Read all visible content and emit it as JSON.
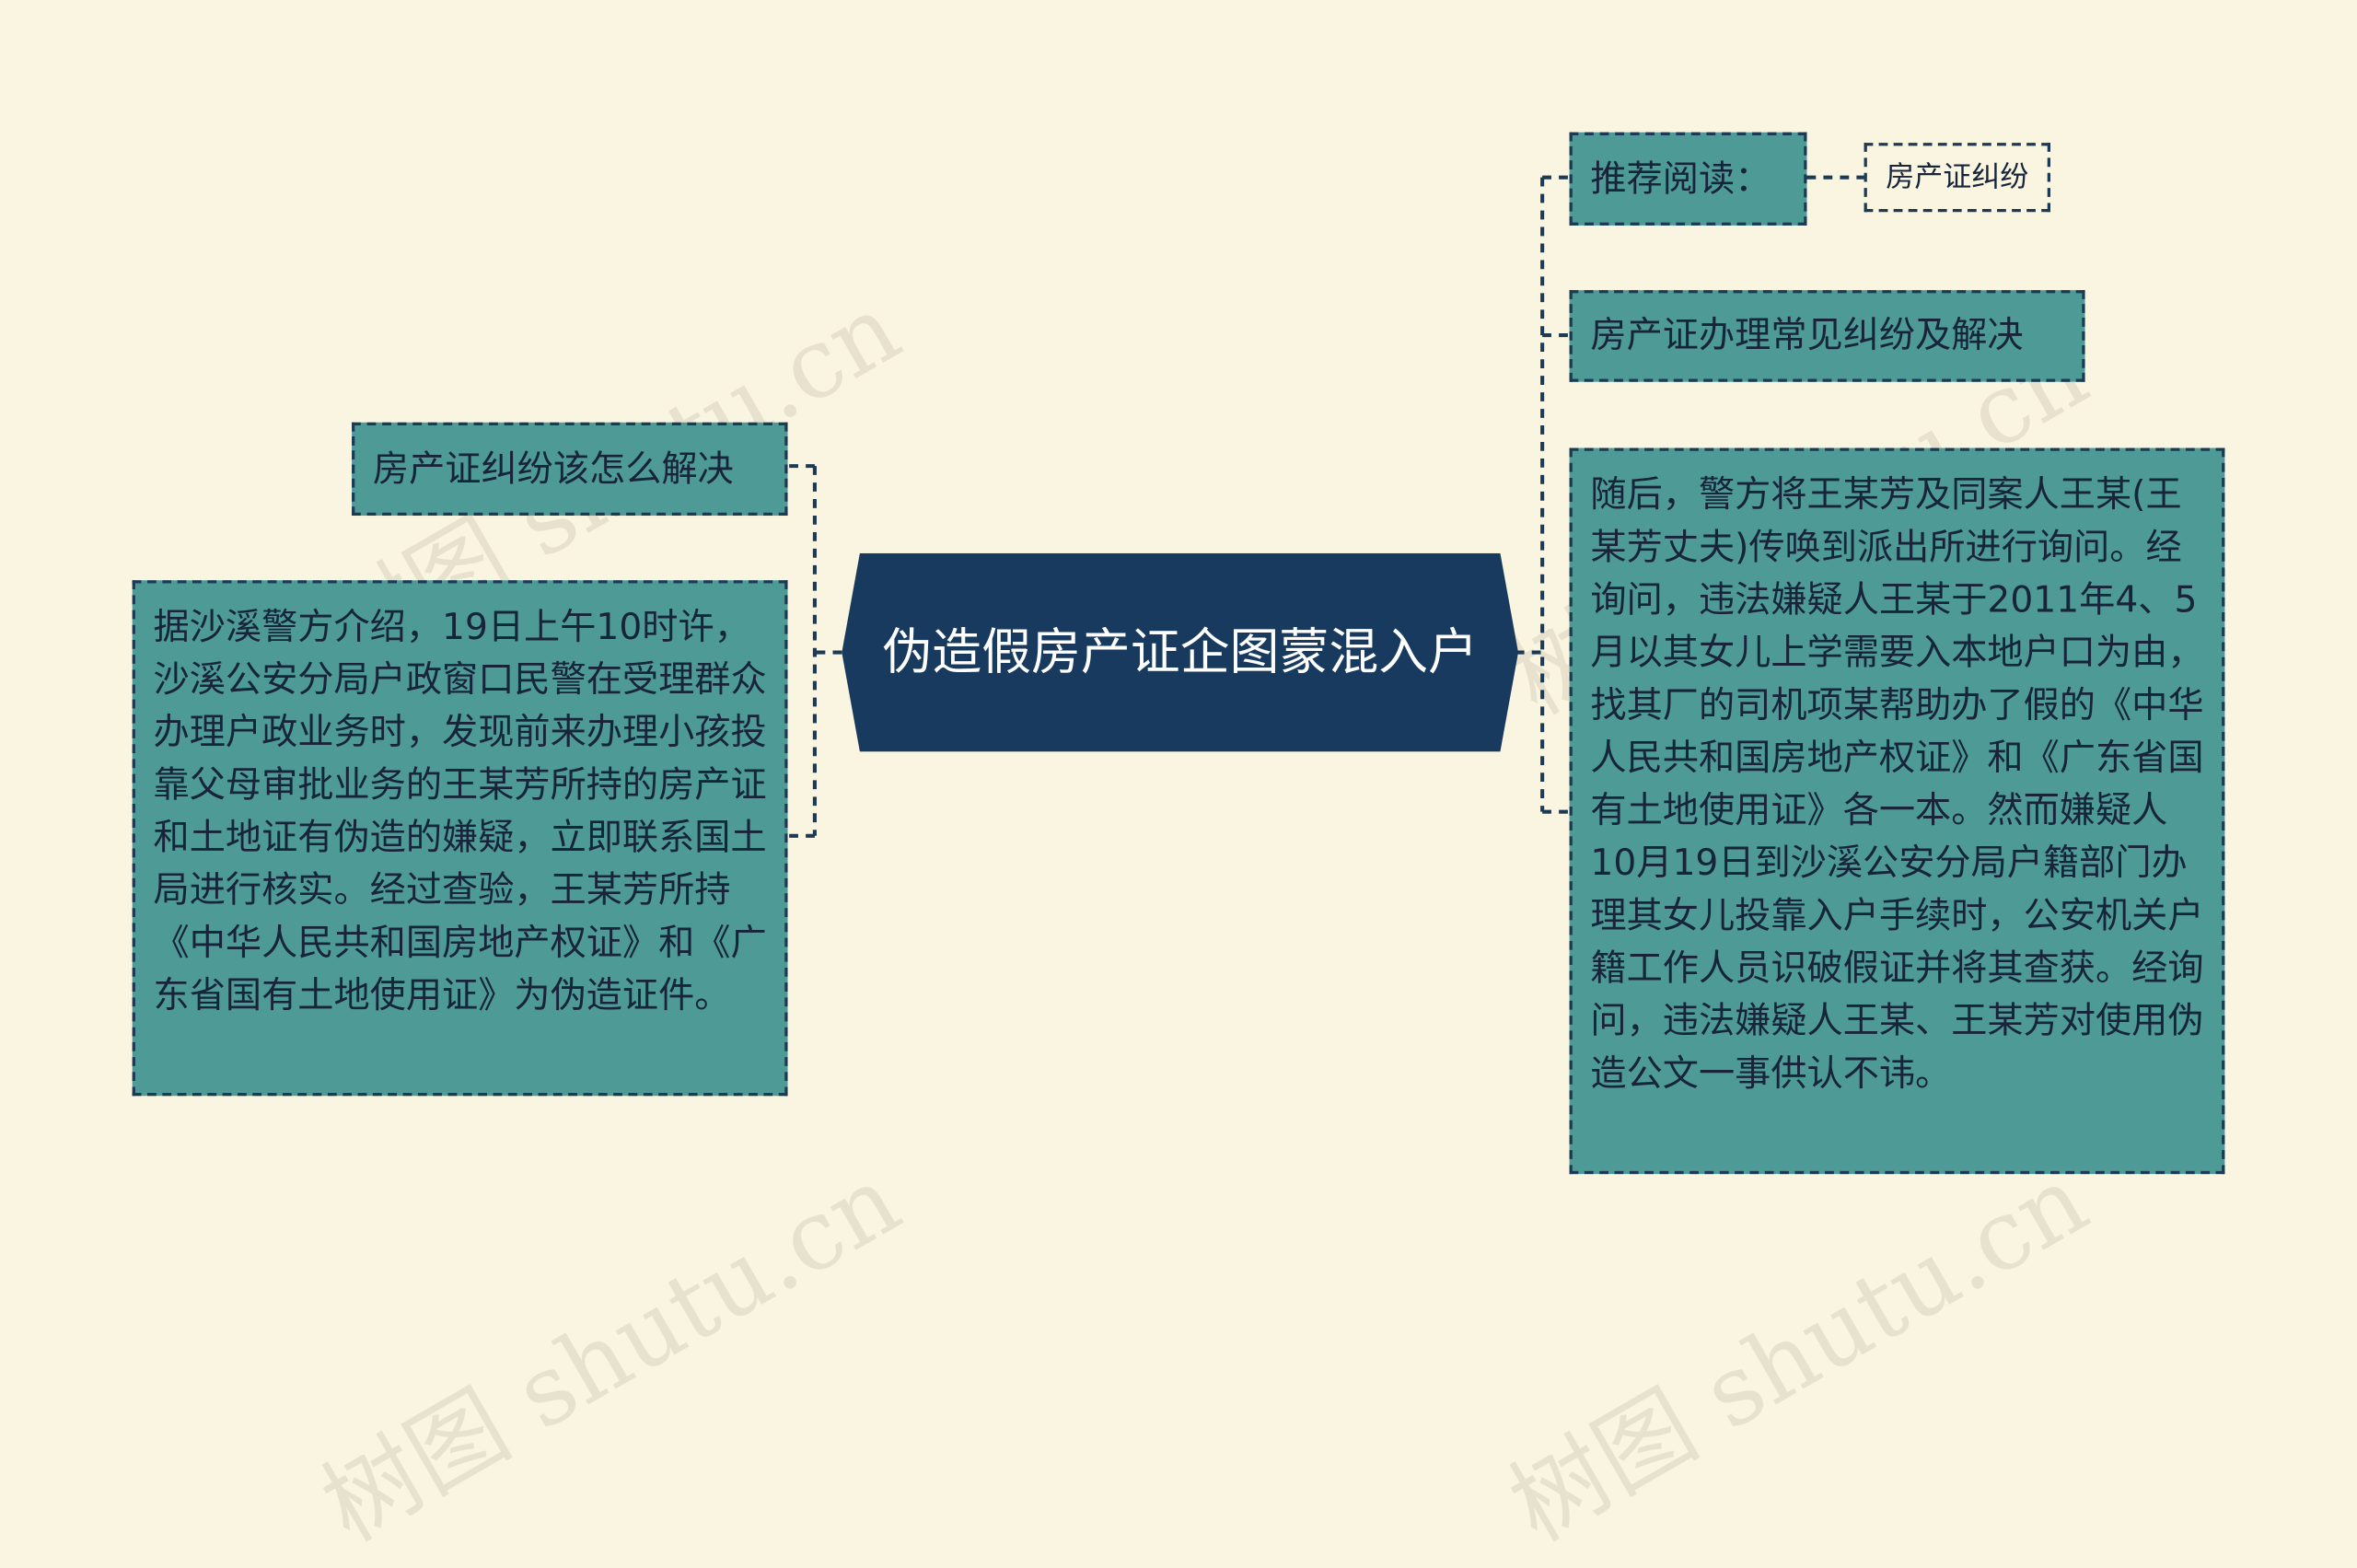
{
  "central": {
    "title": "伪造假房产证企图蒙混入户"
  },
  "left": {
    "topic": "房产证纠纷该怎么解决",
    "paragraph": "据沙溪警方介绍，19日上午10时许，沙溪公安分局户政窗口民警在受理群众办理户政业务时，发现前来办理小孩投靠父母审批业务的王某芳所持的房产证和土地证有伪造的嫌疑，立即联系国土局进行核实。经过查验，王某芳所持《中华人民共和国房地产权证》和《广东省国有土地使用证》为伪造证件。"
  },
  "right": {
    "recommend_label": "推荐阅读：",
    "recommend_tag": "房产证纠纷",
    "topic": "房产证办理常见纠纷及解决",
    "paragraph": "随后，警方将王某芳及同案人王某(王某芳丈夫)传唤到派出所进行询问。经询问，违法嫌疑人王某于2011年4、5月以其女儿上学需要入本地户口为由，找其厂的司机项某帮助办了假的《中华人民共和国房地产权证》和《广东省国有土地使用证》各一本。然而嫌疑人10月19日到沙溪公安分局户籍部门办理其女儿投靠入户手续时，公安机关户籍工作人员识破假证并将其查获。经询问，违法嫌疑人王某、王某芳对使用伪造公文一事供认不讳。"
  },
  "watermark": "树图 shutu.cn",
  "colors": {
    "background": "#f9f5e0",
    "central_fill": "#173a5e",
    "node_fill": "#4d9a97",
    "node_border": "#1d3a55",
    "line": "#1d3a55"
  }
}
